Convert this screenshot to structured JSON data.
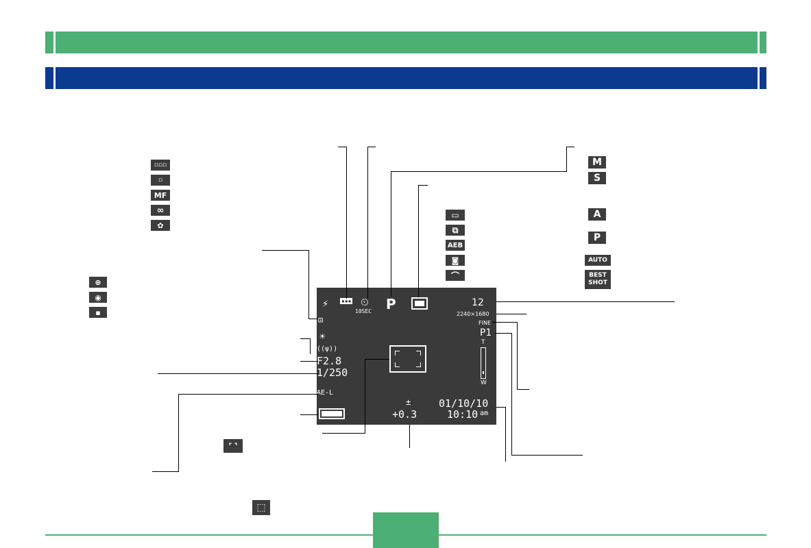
{
  "monitor": {
    "flash": "⚡",
    "focus_icon": "▪▪▪",
    "self_timer_icon": "⏲",
    "self_timer_label": "10SEC",
    "mode": "P",
    "remaining_shots": "12",
    "resolution": "2240×1680",
    "quality": "FINE",
    "program_indicator": "P1",
    "zoom_t": "T",
    "zoom_w": "W",
    "metering_icon": "⊡",
    "white_balance_icon": "☀",
    "shake_icon": "((ψ))",
    "aperture": "F2.8",
    "shutter": "1/250",
    "ae_lock": "AE-L",
    "ev_icon": "±",
    "ev_value": "+0.3",
    "date": "01/10/10",
    "time": "10:10",
    "ampm": "am"
  },
  "focus_mode_icons": [
    "▫▫▫",
    "▫",
    "MF",
    "∞",
    "✿"
  ],
  "metering_icons": [
    "⊕",
    "◉",
    "▪"
  ],
  "drive_icons": [
    "▭",
    "⧉",
    "AEB",
    "◙",
    "⌒"
  ],
  "exposure_modes": [
    "M",
    "S",
    "A",
    "P",
    "AUTO",
    "BEST SHOT"
  ],
  "focus_frame_icon": "⌜ ⌝",
  "tilt_icon": "⬚",
  "colors": {
    "green": "#4caf73",
    "blue": "#0b3a8f",
    "lcd": "#3a3a3a"
  }
}
